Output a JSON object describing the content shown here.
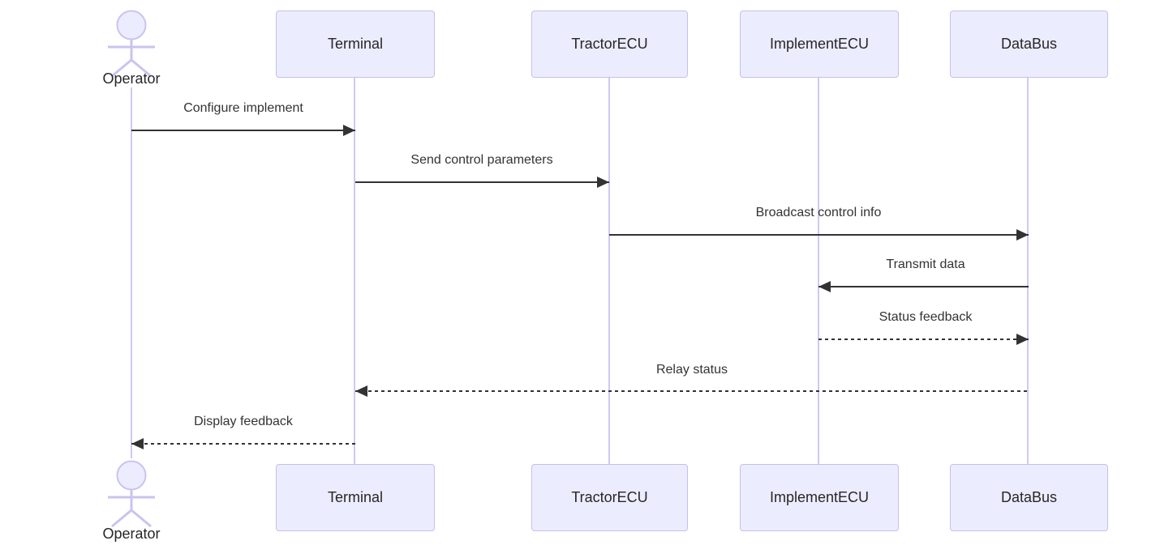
{
  "diagram": {
    "type": "sequence-diagram",
    "actors": {
      "operator": "Operator"
    },
    "participants": [
      {
        "id": "terminal",
        "label": "Terminal"
      },
      {
        "id": "tractor-ecu",
        "label": "TractorECU"
      },
      {
        "id": "implement-ecu",
        "label": "ImplementECU"
      },
      {
        "id": "data-bus",
        "label": "DataBus"
      }
    ],
    "messages": [
      {
        "from": "Operator",
        "to": "Terminal",
        "label": "Configure implement",
        "line": "solid",
        "direction": "right"
      },
      {
        "from": "Terminal",
        "to": "TractorECU",
        "label": "Send control parameters",
        "line": "solid",
        "direction": "right"
      },
      {
        "from": "TractorECU",
        "to": "DataBus",
        "label": "Broadcast control info",
        "line": "solid",
        "direction": "right"
      },
      {
        "from": "DataBus",
        "to": "ImplementECU",
        "label": "Transmit data",
        "line": "solid",
        "direction": "left"
      },
      {
        "from": "ImplementECU",
        "to": "DataBus",
        "label": "Status feedback",
        "line": "dashed",
        "direction": "right"
      },
      {
        "from": "DataBus",
        "to": "Terminal",
        "label": "Relay status",
        "line": "dashed",
        "direction": "left"
      },
      {
        "from": "Terminal",
        "to": "Operator",
        "label": "Display feedback",
        "line": "dashed",
        "direction": "left"
      }
    ],
    "colors": {
      "participant_fill": "#ECECFF",
      "participant_border": "#C5BFE9",
      "lifeline": "#CFC9F3",
      "message_line": "#333333",
      "text": "#333333",
      "background": "#FFFFFF"
    }
  }
}
